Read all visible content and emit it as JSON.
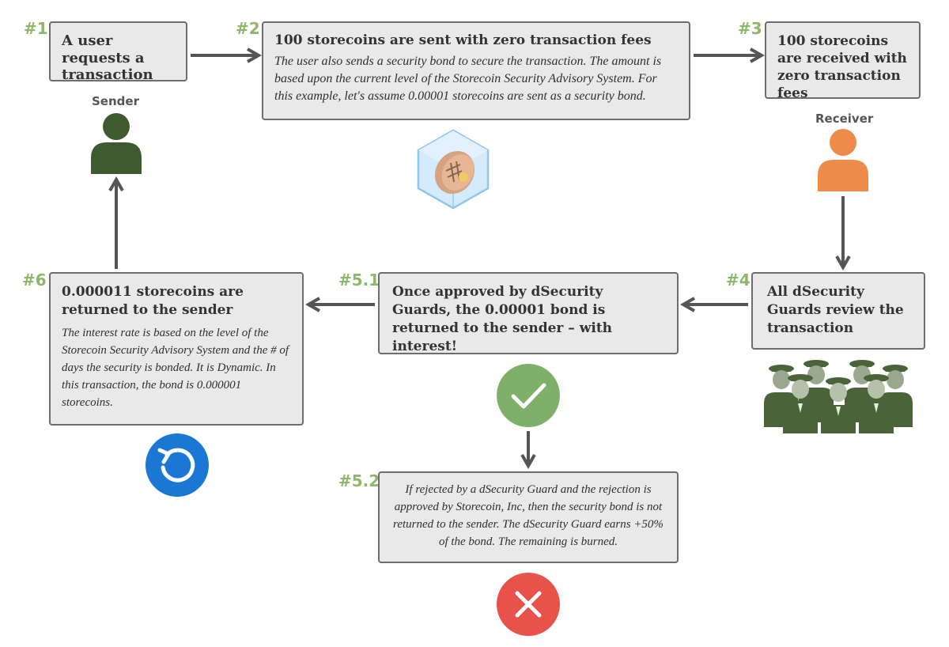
{
  "steps": {
    "s1": {
      "num": "#1",
      "title": "A user requests a transaction"
    },
    "s2": {
      "num": "#2",
      "title": "100 storecoins are sent with zero transaction fees",
      "body": "The user also sends a security bond to secure the transaction. The amount is based upon the current level of the Storecoin Security Advisory System. For this example, let's assume 0.00001 storecoins  are sent as a security bond."
    },
    "s3": {
      "num": "#3",
      "title": "100 storecoins are received with zero transaction fees"
    },
    "s4": {
      "num": "#4",
      "title": "All dSecurity Guards review the transaction"
    },
    "s51": {
      "num": "#5.1",
      "title": "Once approved by dSecurity Guards, the 0.00001 bond is returned to the sender – with interest!"
    },
    "s52": {
      "num": "#5.2",
      "body": "If rejected by a dSecurity Guard and the rejection is approved by Storecoin, Inc, then the security bond is not returned to the sender. The dSecurity Guard earns +50% of the bond. The remaining is burned."
    },
    "s6": {
      "num": "#6",
      "title": "0.000011  storecoins are returned to the sender",
      "body": "The interest rate is based on the level of the Storecoin Security Advisory System and the # of days the security is bonded. It is Dynamic. In this transaction, the bond is 0.000001 storecoins."
    }
  },
  "labels": {
    "sender": "Sender",
    "receiver": "Receiver"
  },
  "icons": {
    "sender": "person-icon",
    "receiver": "person-icon",
    "coin": "coin-cube-icon",
    "guards": "guards-group-icon",
    "approve": "check-circle-icon",
    "reject": "x-circle-icon",
    "return": "refresh-icon"
  },
  "colors": {
    "step_number": "#8db86b",
    "sender": "#3d5b2f",
    "receiver": "#ef8b4a",
    "guards": "#4a6339",
    "approve": "#7fb069",
    "reject": "#e8524a",
    "return": "#1a78d4",
    "box_fill": "#e9e9e9",
    "box_border": "#6d6d6d",
    "arrow": "#555555"
  }
}
